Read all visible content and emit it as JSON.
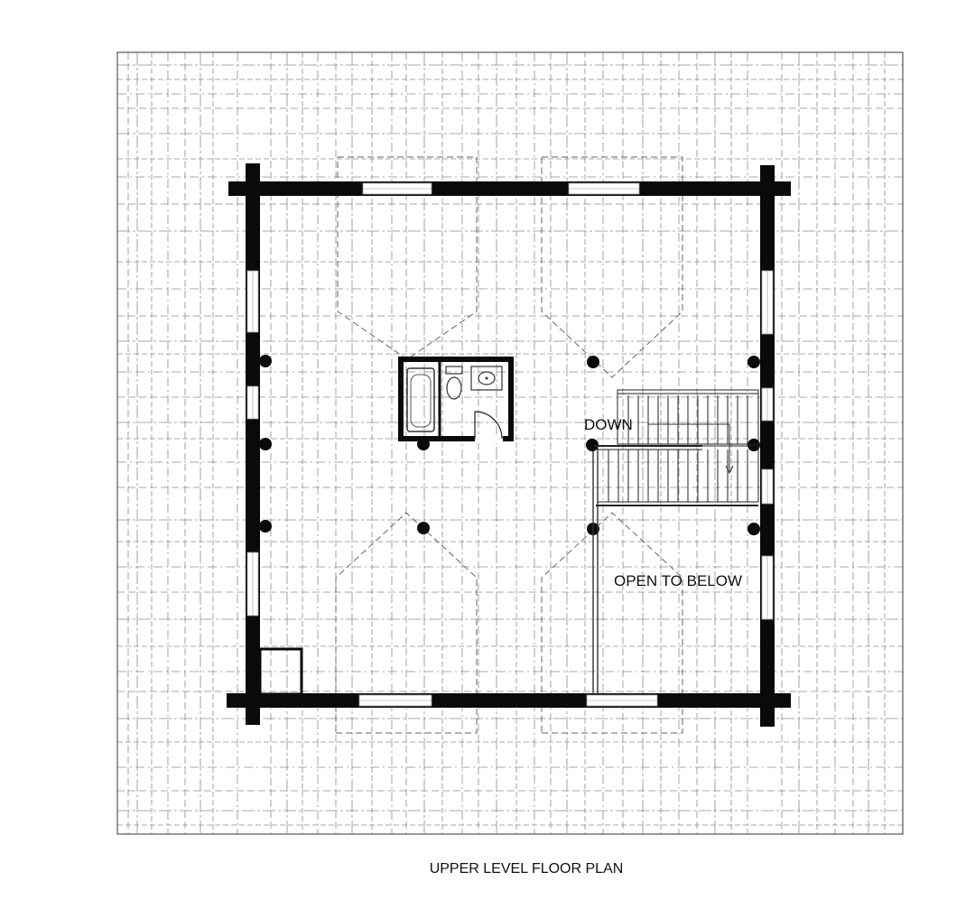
{
  "drawing": {
    "title": "UPPER LEVEL FLOOR PLAN",
    "labels": {
      "stair": "DOWN",
      "void": "OPEN TO BELOW"
    }
  },
  "colors": {
    "wall": "#0a0a0a",
    "grid_line": "#8c8c8c",
    "window": "#aaaaaa",
    "background": "#ffffff"
  }
}
